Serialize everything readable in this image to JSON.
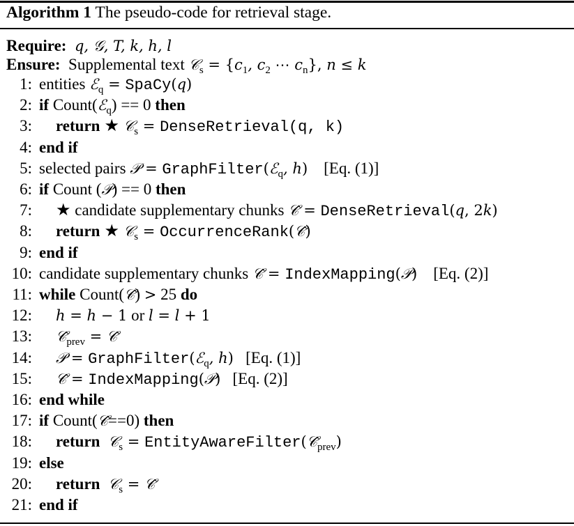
{
  "title": {
    "label": "Algorithm 1",
    "caption": "The pseudo-code for retrieval stage."
  },
  "header_lines": [
    {
      "segments": [
        {
          "s": "b",
          "v": "Require:"
        },
        {
          "s": "t",
          "v": "  "
        },
        {
          "s": "m",
          "v": "q, 𝒢, T, k, h, l"
        }
      ]
    },
    {
      "segments": [
        {
          "s": "b",
          "v": "Ensure:"
        },
        {
          "s": "t",
          "v": "  Supplemental text "
        },
        {
          "s": "m",
          "v": "𝒞"
        },
        {
          "s": "sub",
          "v": "s"
        },
        {
          "s": "r",
          "v": " = {"
        },
        {
          "s": "m",
          "v": "c"
        },
        {
          "s": "subr",
          "v": "1"
        },
        {
          "s": "m",
          "v": ", c"
        },
        {
          "s": "subr",
          "v": "2"
        },
        {
          "s": "r",
          "v": " ⋯ "
        },
        {
          "s": "m",
          "v": "c"
        },
        {
          "s": "sub",
          "v": "n"
        },
        {
          "s": "r",
          "v": "}, "
        },
        {
          "s": "m",
          "v": "n"
        },
        {
          "s": "r",
          "v": " ≤ "
        },
        {
          "s": "m",
          "v": "k"
        }
      ]
    }
  ],
  "lines": [
    {
      "num": "1:",
      "indent": 0,
      "segments": [
        {
          "s": "t",
          "v": "entities "
        },
        {
          "s": "m",
          "v": "ℰ"
        },
        {
          "s": "sub",
          "v": "q"
        },
        {
          "s": "r",
          "v": " = "
        },
        {
          "s": "tt",
          "v": "SpaCy"
        },
        {
          "s": "r",
          "v": "("
        },
        {
          "s": "m",
          "v": "q"
        },
        {
          "s": "r",
          "v": ")"
        }
      ]
    },
    {
      "num": "2:",
      "indent": 0,
      "segments": [
        {
          "s": "b",
          "v": "if"
        },
        {
          "s": "t",
          "v": " Count("
        },
        {
          "s": "m",
          "v": "ℰ"
        },
        {
          "s": "sub",
          "v": "q"
        },
        {
          "s": "t",
          "v": ") == 0 "
        },
        {
          "s": "b",
          "v": "then"
        }
      ]
    },
    {
      "num": "3:",
      "indent": 1,
      "segments": [
        {
          "s": "b",
          "v": "return"
        },
        {
          "s": "star",
          "v": " ★ "
        },
        {
          "s": "m",
          "v": "𝒞"
        },
        {
          "s": "sub",
          "v": "s"
        },
        {
          "s": "r",
          "v": " = "
        },
        {
          "s": "tt",
          "v": "DenseRetrieval(q, k)"
        }
      ]
    },
    {
      "num": "4:",
      "indent": 0,
      "segments": [
        {
          "s": "b",
          "v": "end if"
        }
      ]
    },
    {
      "num": "5:",
      "indent": 0,
      "segments": [
        {
          "s": "t",
          "v": "selected pairs "
        },
        {
          "s": "m",
          "v": "𝒫"
        },
        {
          "s": "r",
          "v": " = "
        },
        {
          "s": "tt",
          "v": "GraphFilter"
        },
        {
          "s": "r",
          "v": "("
        },
        {
          "s": "m",
          "v": "ℰ"
        },
        {
          "s": "sub",
          "v": "q"
        },
        {
          "s": "m",
          "v": ", h"
        },
        {
          "s": "r",
          "v": ")"
        },
        {
          "s": "t",
          "v": "    [Eq. (1)]"
        }
      ]
    },
    {
      "num": "6:",
      "indent": 0,
      "segments": [
        {
          "s": "b",
          "v": "if"
        },
        {
          "s": "t",
          "v": " Count ("
        },
        {
          "s": "m",
          "v": "𝒫"
        },
        {
          "s": "t",
          "v": ") == 0 "
        },
        {
          "s": "b",
          "v": "then"
        }
      ]
    },
    {
      "num": "7:",
      "indent": 1,
      "segments": [
        {
          "s": "star",
          "v": "★"
        },
        {
          "s": "t",
          "v": " candidate supplementary chunks "
        },
        {
          "s": "m",
          "v": "𝒞̂"
        },
        {
          "s": "r",
          "v": " = "
        },
        {
          "s": "tt",
          "v": "DenseRetrieval"
        },
        {
          "s": "r",
          "v": "("
        },
        {
          "s": "m",
          "v": "q"
        },
        {
          "s": "r",
          "v": ", 2"
        },
        {
          "s": "m",
          "v": "k"
        },
        {
          "s": "r",
          "v": ")"
        }
      ]
    },
    {
      "num": "8:",
      "indent": 1,
      "segments": [
        {
          "s": "b",
          "v": "return"
        },
        {
          "s": "star",
          "v": " ★ "
        },
        {
          "s": "m",
          "v": "𝒞"
        },
        {
          "s": "sub",
          "v": "s"
        },
        {
          "s": "r",
          "v": " = "
        },
        {
          "s": "tt",
          "v": "OccurrenceRank"
        },
        {
          "s": "r",
          "v": "("
        },
        {
          "s": "m",
          "v": "𝒞̂"
        },
        {
          "s": "r",
          "v": ")"
        }
      ]
    },
    {
      "num": "9:",
      "indent": 0,
      "segments": [
        {
          "s": "b",
          "v": "end if"
        }
      ]
    },
    {
      "num": "10:",
      "indent": 0,
      "segments": [
        {
          "s": "t",
          "v": "candidate supplementary chunks "
        },
        {
          "s": "m",
          "v": "𝒞̂"
        },
        {
          "s": "r",
          "v": " = "
        },
        {
          "s": "tt",
          "v": "IndexMapping"
        },
        {
          "s": "r",
          "v": "("
        },
        {
          "s": "m",
          "v": "𝒫"
        },
        {
          "s": "r",
          "v": ")"
        },
        {
          "s": "t",
          "v": "    [Eq. (2)]"
        }
      ]
    },
    {
      "num": "11:",
      "indent": 0,
      "segments": [
        {
          "s": "b",
          "v": "while"
        },
        {
          "s": "t",
          "v": " Count("
        },
        {
          "s": "m",
          "v": "𝒞̂"
        },
        {
          "s": "t",
          "v": ") "
        },
        {
          "s": "r",
          "v": ">"
        },
        {
          "s": "t",
          "v": " 25 "
        },
        {
          "s": "b",
          "v": "do"
        }
      ]
    },
    {
      "num": "12:",
      "indent": 1,
      "segments": [
        {
          "s": "m",
          "v": "h"
        },
        {
          "s": "r",
          "v": " = "
        },
        {
          "s": "m",
          "v": "h"
        },
        {
          "s": "r",
          "v": " − 1"
        },
        {
          "s": "t",
          "v": " or "
        },
        {
          "s": "m",
          "v": "l"
        },
        {
          "s": "r",
          "v": " = "
        },
        {
          "s": "m",
          "v": "l"
        },
        {
          "s": "r",
          "v": " + 1"
        }
      ]
    },
    {
      "num": "13:",
      "indent": 1,
      "segments": [
        {
          "s": "m",
          "v": "𝒞̂"
        },
        {
          "s": "subr",
          "v": "prev"
        },
        {
          "s": "r",
          "v": " = "
        },
        {
          "s": "m",
          "v": "𝒞̂"
        }
      ]
    },
    {
      "num": "14:",
      "indent": 1,
      "segments": [
        {
          "s": "m",
          "v": "𝒫"
        },
        {
          "s": "r",
          "v": " = "
        },
        {
          "s": "tt",
          "v": "GraphFilter"
        },
        {
          "s": "r",
          "v": "("
        },
        {
          "s": "m",
          "v": "ℰ"
        },
        {
          "s": "sub",
          "v": "q"
        },
        {
          "s": "m",
          "v": ", h"
        },
        {
          "s": "r",
          "v": ")"
        },
        {
          "s": "t",
          "v": "   [Eq. (1)]"
        }
      ]
    },
    {
      "num": "15:",
      "indent": 1,
      "segments": [
        {
          "s": "m",
          "v": "𝒞̂"
        },
        {
          "s": "r",
          "v": " = "
        },
        {
          "s": "tt",
          "v": "IndexMapping"
        },
        {
          "s": "r",
          "v": "("
        },
        {
          "s": "m",
          "v": "𝒫"
        },
        {
          "s": "r",
          "v": ")"
        },
        {
          "s": "t",
          "v": "   [Eq. (2)]"
        }
      ]
    },
    {
      "num": "16:",
      "indent": 0,
      "segments": [
        {
          "s": "b",
          "v": "end while"
        }
      ]
    },
    {
      "num": "17:",
      "indent": 0,
      "segments": [
        {
          "s": "b",
          "v": "if"
        },
        {
          "s": "t",
          "v": " Count("
        },
        {
          "s": "m",
          "v": "𝒞̂"
        },
        {
          "s": "t",
          "v": "==0) "
        },
        {
          "s": "b",
          "v": "then"
        }
      ]
    },
    {
      "num": "18:",
      "indent": 1,
      "segments": [
        {
          "s": "b",
          "v": "return"
        },
        {
          "s": "t",
          "v": "  "
        },
        {
          "s": "m",
          "v": "𝒞"
        },
        {
          "s": "sub",
          "v": "s"
        },
        {
          "s": "r",
          "v": " = "
        },
        {
          "s": "tt",
          "v": "EntityAwareFilter"
        },
        {
          "s": "r",
          "v": "("
        },
        {
          "s": "m",
          "v": "𝒞̂"
        },
        {
          "s": "subr",
          "v": "prev"
        },
        {
          "s": "r",
          "v": ")"
        }
      ]
    },
    {
      "num": "19:",
      "indent": 0,
      "segments": [
        {
          "s": "b",
          "v": "else"
        }
      ]
    },
    {
      "num": "20:",
      "indent": 1,
      "segments": [
        {
          "s": "b",
          "v": "return"
        },
        {
          "s": "t",
          "v": "  "
        },
        {
          "s": "m",
          "v": "𝒞"
        },
        {
          "s": "sub",
          "v": "s"
        },
        {
          "s": "r",
          "v": " = "
        },
        {
          "s": "m",
          "v": "𝒞̂"
        }
      ]
    },
    {
      "num": "21:",
      "indent": 0,
      "segments": [
        {
          "s": "b",
          "v": "end if"
        }
      ]
    }
  ]
}
